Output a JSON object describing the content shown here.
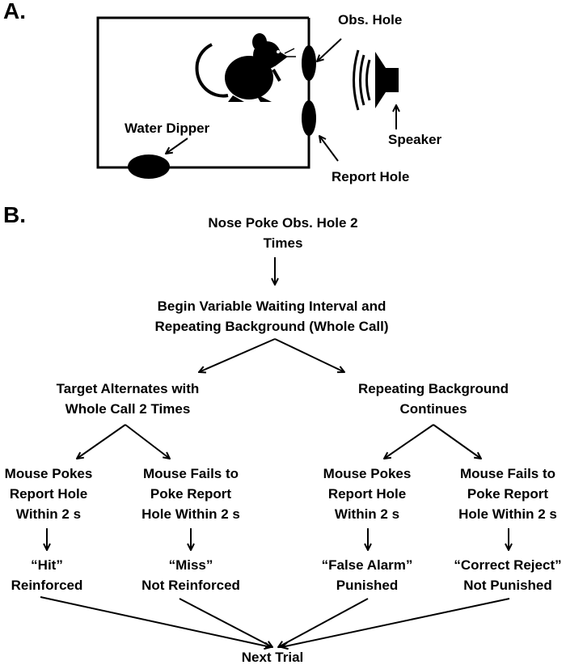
{
  "panel_a": {
    "label": "A.",
    "obs_hole": "Obs. Hole",
    "report_hole": "Report Hole",
    "water_dipper": "Water Dipper",
    "speaker": "Speaker"
  },
  "panel_b": {
    "label": "B.",
    "start": [
      "Nose Poke Obs. Hole 2",
      "Times"
    ],
    "wait": [
      "Begin Variable Waiting Interval and",
      "Repeating Background (Whole Call)"
    ],
    "target": [
      "Target Alternates with",
      "Whole Call 2 Times"
    ],
    "background": [
      "Repeating Background",
      "Continues"
    ],
    "outcomes": [
      {
        "condition": [
          "Mouse Pokes",
          "Report Hole",
          "Within 2 s"
        ],
        "result": [
          "“Hit”",
          "Reinforced"
        ]
      },
      {
        "condition": [
          "Mouse Fails to",
          "Poke Report",
          "Hole Within 2 s"
        ],
        "result": [
          "“Miss”",
          "Not Reinforced"
        ]
      },
      {
        "condition": [
          "Mouse Pokes",
          "Report Hole",
          "Within 2 s"
        ],
        "result": [
          "“False Alarm”",
          "Punished"
        ]
      },
      {
        "condition": [
          "Mouse Fails to",
          "Poke Report",
          "Hole Within 2 s"
        ],
        "result": [
          "“Correct Reject”",
          "Not Punished"
        ]
      }
    ],
    "end": "Next Trial"
  }
}
